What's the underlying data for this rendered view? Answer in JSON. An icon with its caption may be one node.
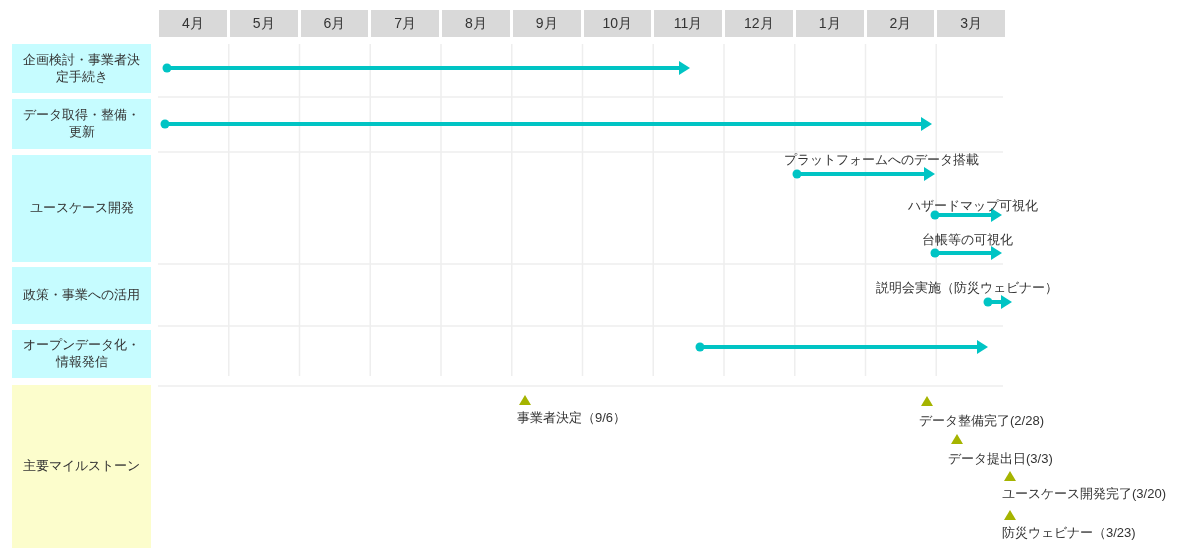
{
  "diagram": {
    "nodes": [
      {
        "text": [
          "4月"
        ]
      },
      {
        "text": [
          "5月"
        ]
      },
      {
        "text": [
          "6月"
        ]
      },
      {
        "text": [
          "7月"
        ]
      },
      {
        "text": [
          "8月"
        ]
      },
      {
        "text": [
          "9月"
        ]
      },
      {
        "text": [
          "10月"
        ]
      },
      {
        "text": [
          "11月"
        ]
      },
      {
        "text": [
          "12月"
        ]
      },
      {
        "text": [
          "1月"
        ]
      },
      {
        "text": [
          "2月"
        ]
      },
      {
        "text": [
          "3月"
        ]
      },
      {
        "text": [
          "企画検討・事業者決定手続き"
        ]
      },
      {
        "text": [
          "データ取得・整備・更新"
        ]
      },
      {
        "text": [
          "ユースケース開発"
        ]
      },
      {
        "text": [
          "政策・事業への活用"
        ]
      },
      {
        "text": [
          "オープンデータ化・情報発信"
        ]
      },
      {
        "text": [
          "主要マイルストーン"
        ]
      }
    ],
    "labels": [
      "プラットフォームへのデータ搭載",
      "ハザードマップ可視化",
      "台帳等の可視化",
      "説明会実施（防災ウェビナー）",
      "事業者決定（9/6）",
      "データ整備完了(2/28)",
      "データ提出日(3/3)",
      "ユースケース開発完了(3/20)",
      "防災ウェビナー（3/23)"
    ]
  }
}
